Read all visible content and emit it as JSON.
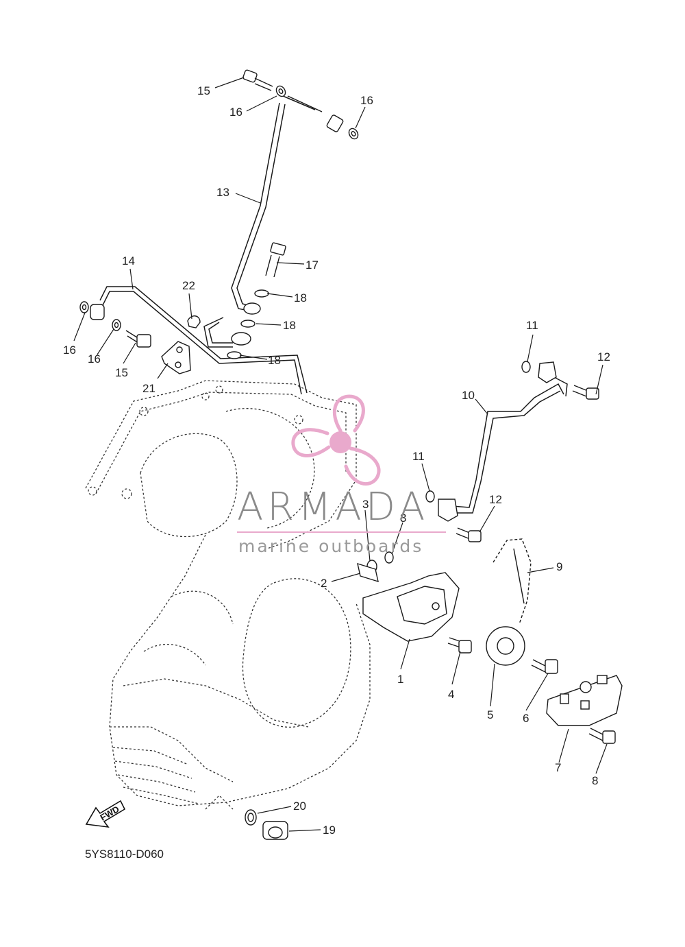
{
  "diagram": {
    "reference_code": "5YS8110-D060",
    "fwd_label": "FWD",
    "callouts": [
      "15",
      "16",
      "16",
      "13",
      "17",
      "18",
      "18",
      "18",
      "14",
      "22",
      "16",
      "16",
      "15",
      "21",
      "11",
      "12",
      "10",
      "11",
      "12",
      "3",
      "3",
      "2",
      "9",
      "1",
      "4",
      "5",
      "6",
      "7",
      "8",
      "20",
      "19"
    ]
  },
  "watermark": {
    "brand": "ARMADA",
    "tagline": "marine outboards",
    "logo_color": "#e9a9cc",
    "text_color": "#8a8a8a"
  },
  "colors": {
    "line": "#1a1a1a",
    "label": "#222222"
  }
}
